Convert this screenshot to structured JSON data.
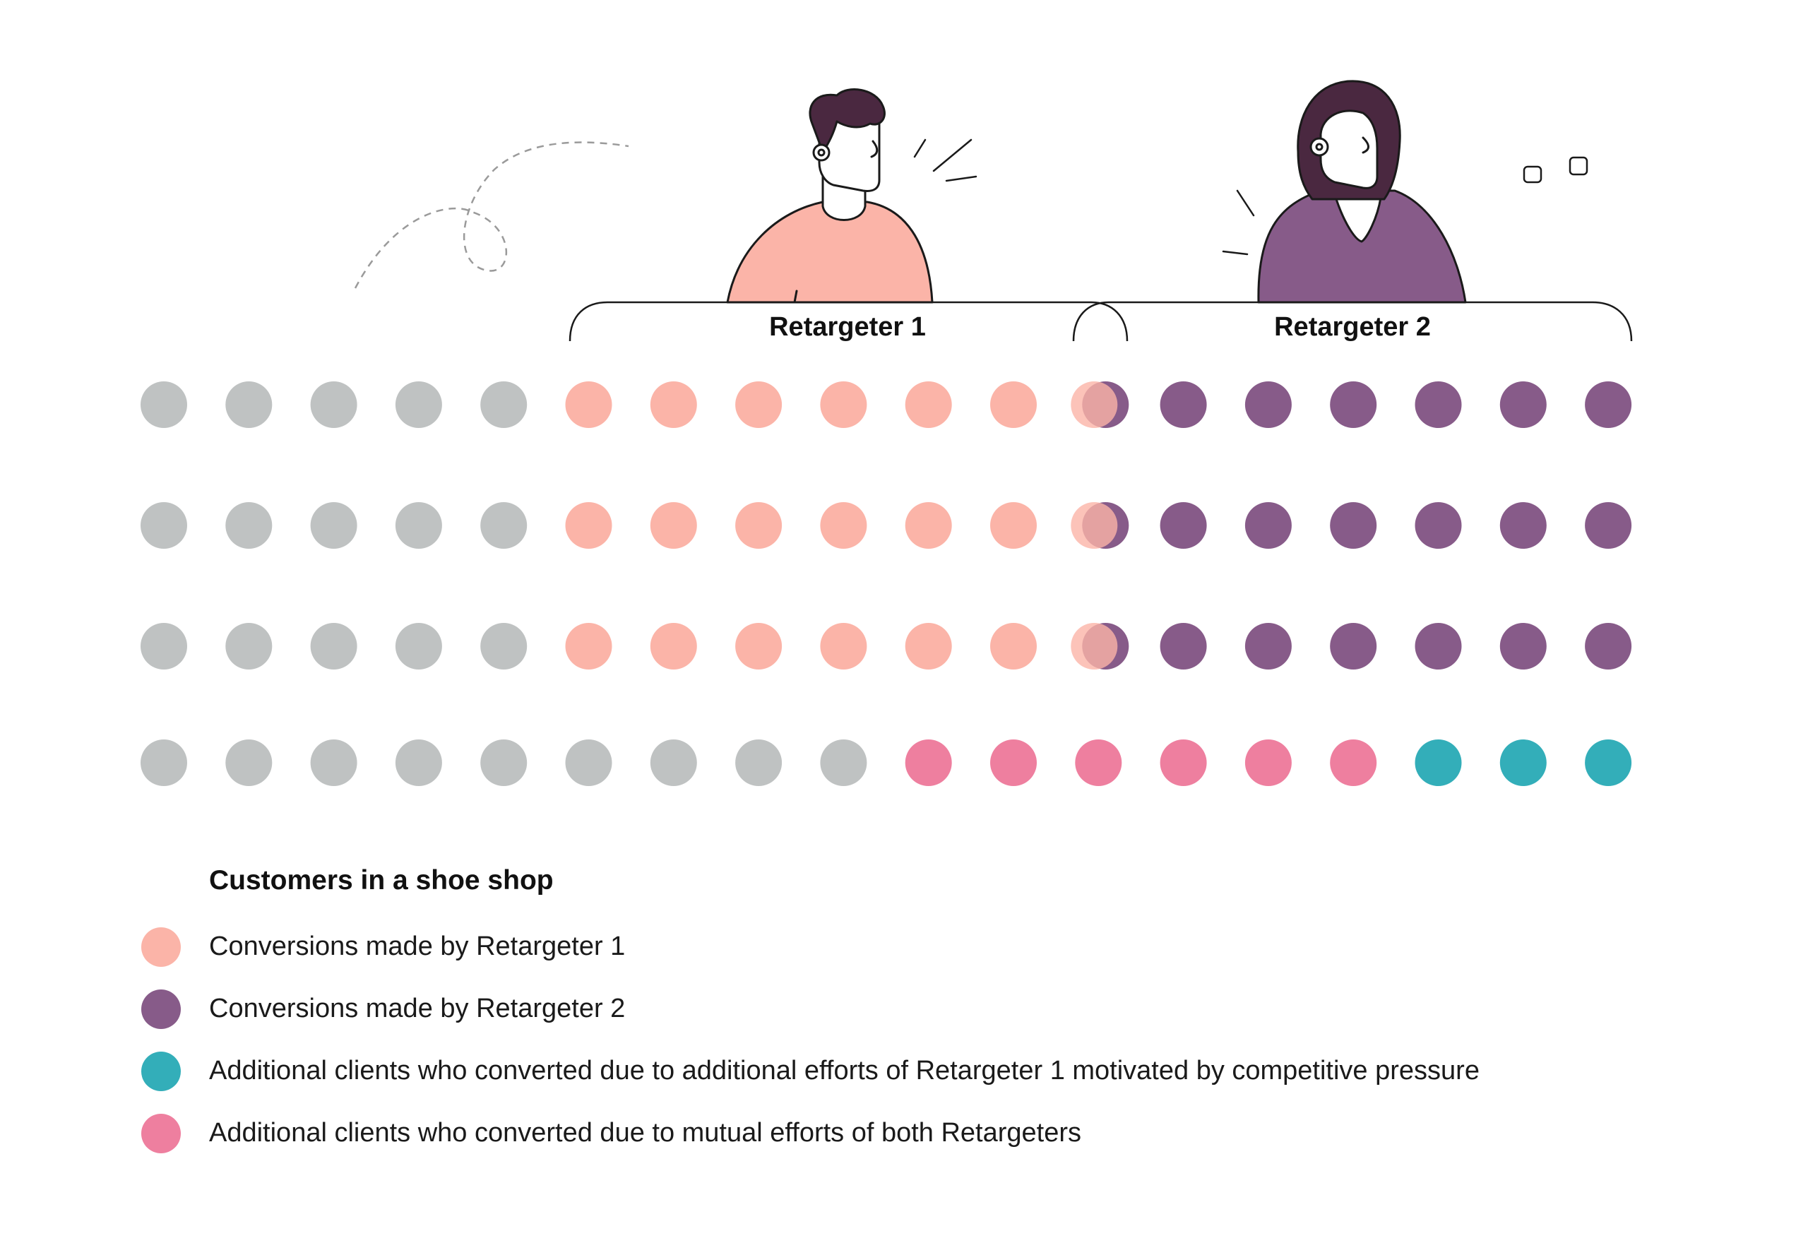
{
  "colors": {
    "baseline": "#bfc2c2",
    "retargeter_1": "#fbb4a8",
    "retargeter_2": "#875b89",
    "competitive": "#33aeb9",
    "mutual": "#ee7f9f",
    "ink": "#111111",
    "hair": "#4a2840"
  },
  "illustration": {
    "person_1_icon": "man-avatar-icon",
    "person_2_icon": "woman-avatar-icon"
  },
  "brackets": [
    {
      "label": "Retargeter 1"
    },
    {
      "label": "Retargeter 2"
    }
  ],
  "chart_data": {
    "type": "dot-matrix",
    "rows": [
      [
        "baseline",
        "baseline",
        "baseline",
        "baseline",
        "baseline",
        "retargeter_1",
        "retargeter_1",
        "retargeter_1",
        "retargeter_1",
        "retargeter_1",
        "retargeter_1",
        "overlap",
        "retargeter_2",
        "retargeter_2",
        "retargeter_2",
        "retargeter_2",
        "retargeter_2",
        "retargeter_2"
      ],
      [
        "baseline",
        "baseline",
        "baseline",
        "baseline",
        "baseline",
        "retargeter_1",
        "retargeter_1",
        "retargeter_1",
        "retargeter_1",
        "retargeter_1",
        "retargeter_1",
        "overlap",
        "retargeter_2",
        "retargeter_2",
        "retargeter_2",
        "retargeter_2",
        "retargeter_2",
        "retargeter_2"
      ],
      [
        "baseline",
        "baseline",
        "baseline",
        "baseline",
        "baseline",
        "retargeter_1",
        "retargeter_1",
        "retargeter_1",
        "retargeter_1",
        "retargeter_1",
        "retargeter_1",
        "overlap",
        "retargeter_2",
        "retargeter_2",
        "retargeter_2",
        "retargeter_2",
        "retargeter_2",
        "retargeter_2"
      ],
      [
        "baseline",
        "baseline",
        "baseline",
        "baseline",
        "baseline",
        "baseline",
        "baseline",
        "baseline",
        "baseline",
        "mutual",
        "mutual",
        "mutual",
        "mutual",
        "mutual",
        "mutual",
        "competitive",
        "competitive",
        "competitive"
      ]
    ]
  },
  "legend": {
    "title": "Customers in a shoe shop",
    "items": [
      {
        "key": "retargeter_1",
        "label": "Conversions made by Retargeter 1"
      },
      {
        "key": "retargeter_2",
        "label": "Conversions made by Retargeter 2"
      },
      {
        "key": "competitive",
        "label": "Additional clients who converted due to additional efforts of Retargeter 1 motivated by competitive pressure"
      },
      {
        "key": "mutual",
        "label": "Additional clients who converted due to mutual efforts of both Retargeters"
      }
    ]
  }
}
